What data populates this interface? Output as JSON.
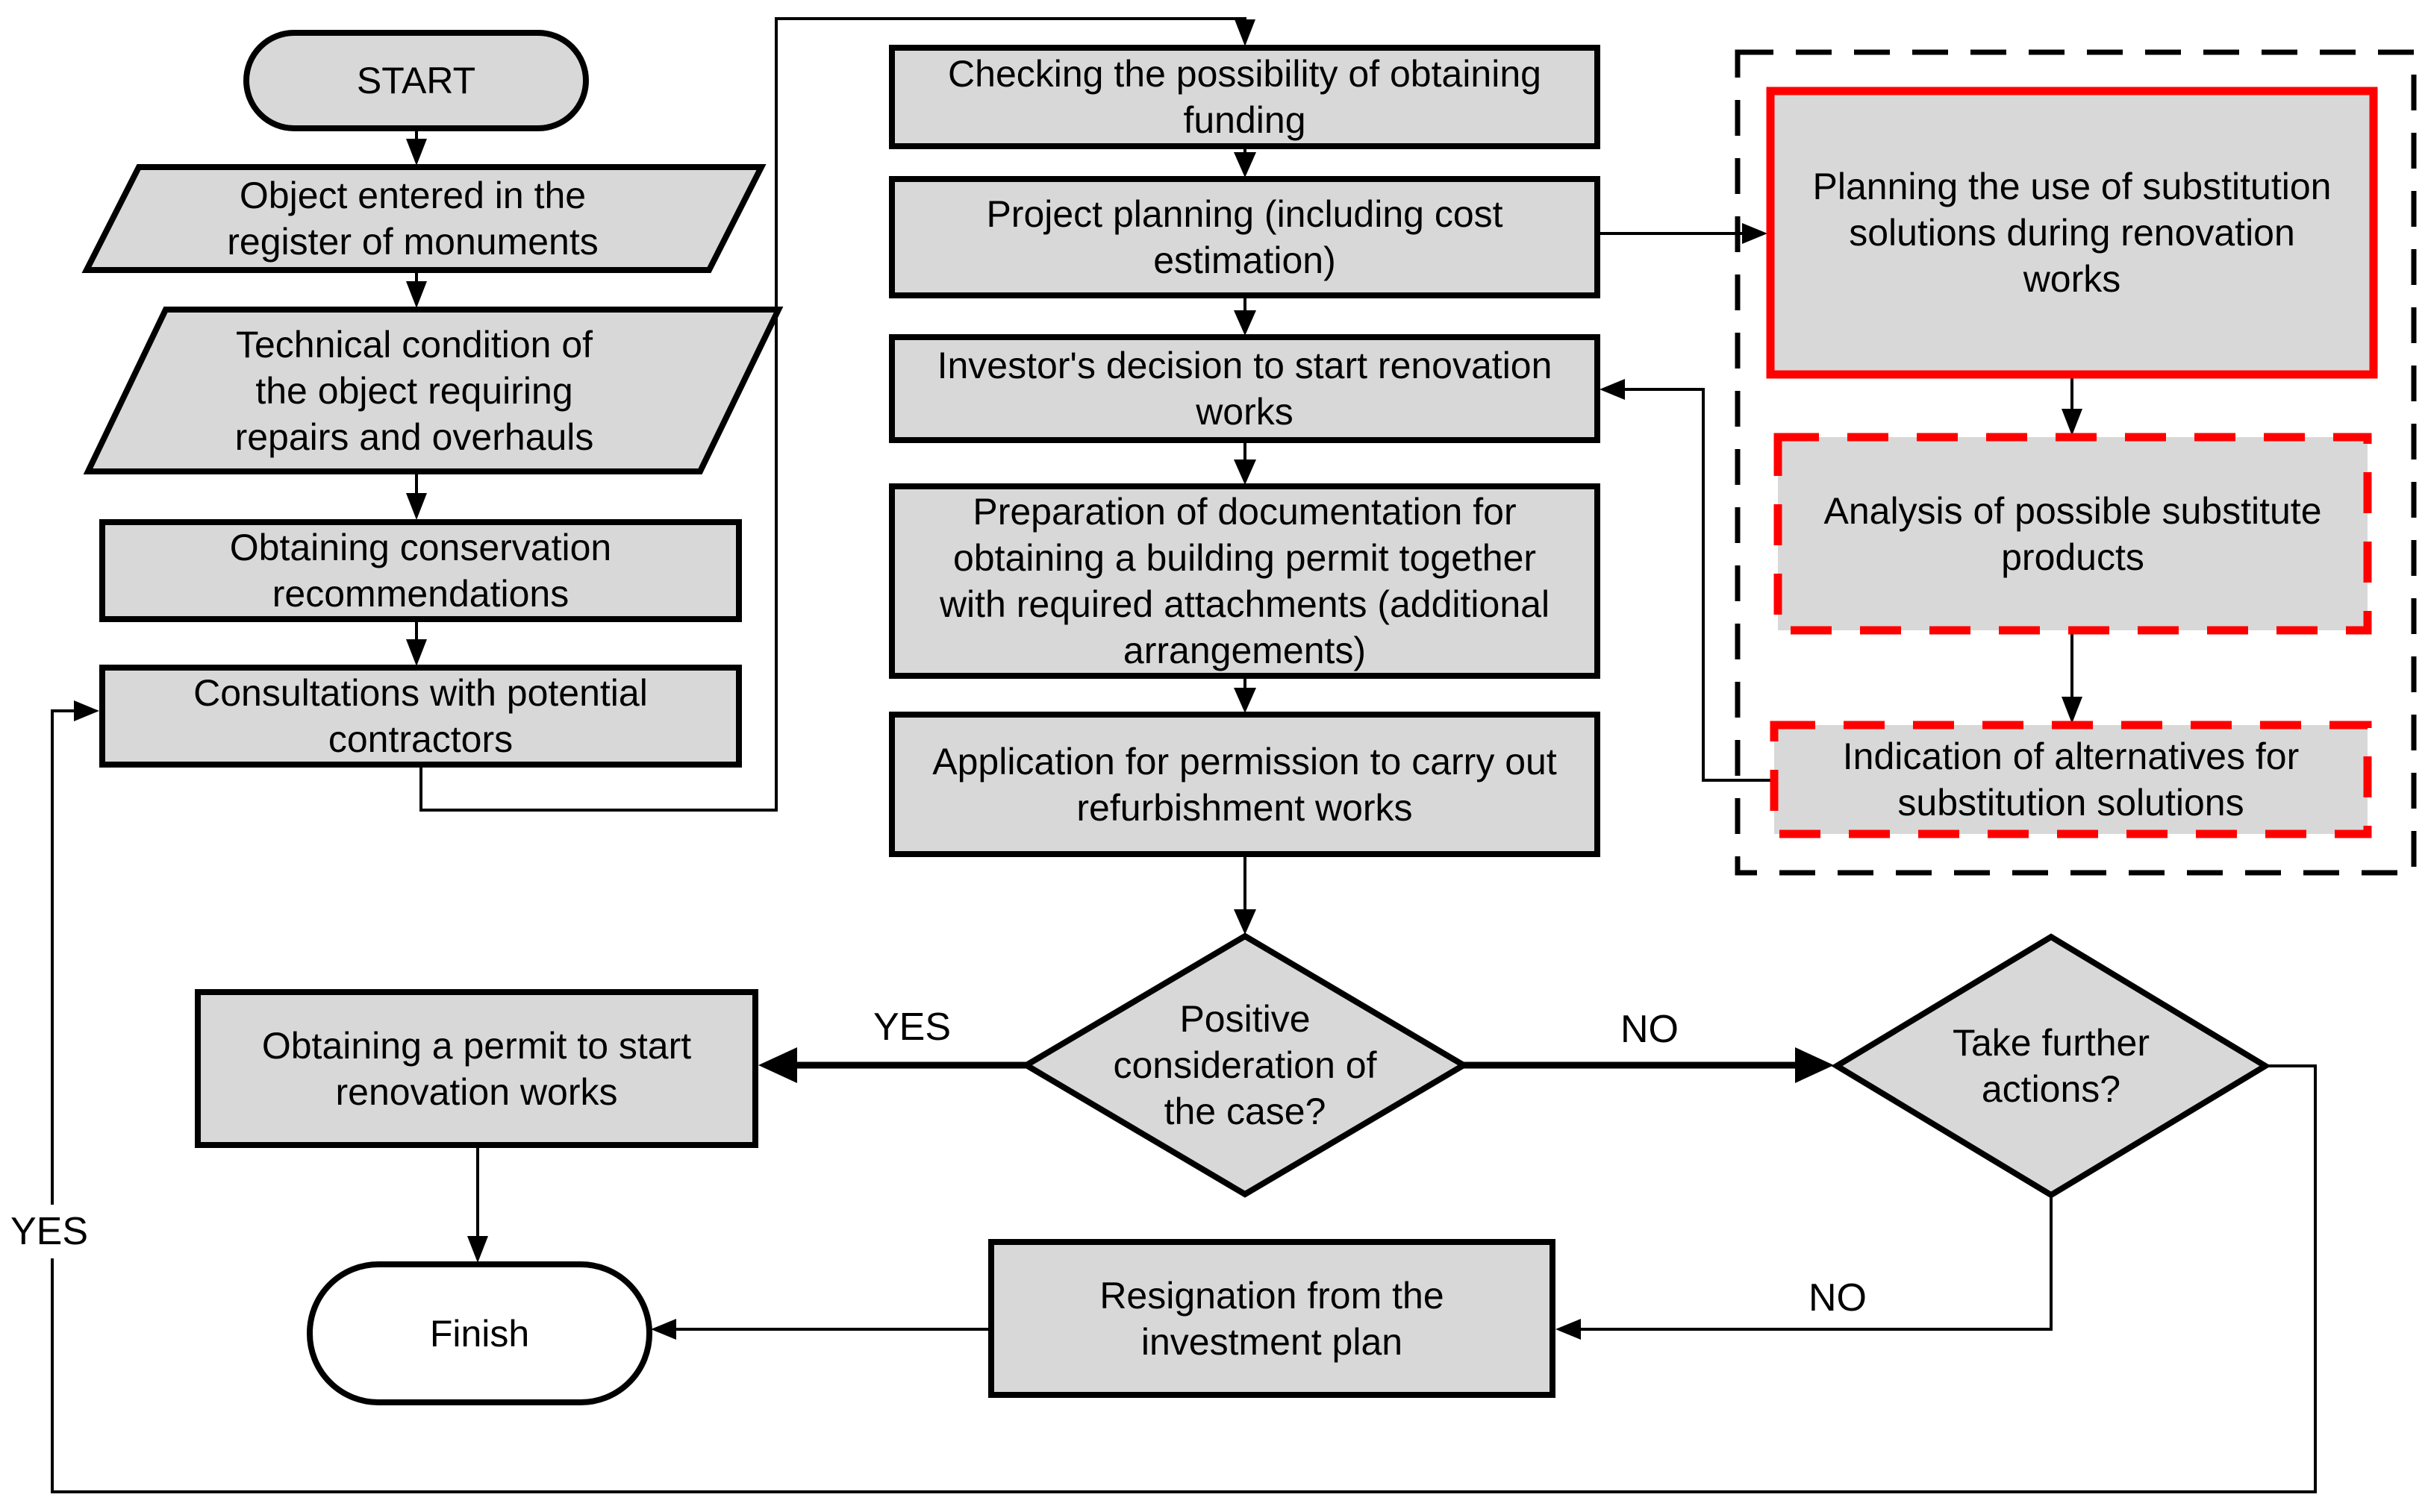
{
  "diagram": {
    "title": "Renovation works permitting flowchart",
    "colors": {
      "node_fill": "#d8d8d8",
      "border": "#000000",
      "highlight": "#ff0000",
      "finish_fill": "#ffffff",
      "background": "#ffffff"
    },
    "nodes": {
      "start": {
        "type": "terminator",
        "label": "START"
      },
      "object_entered": {
        "type": "data",
        "label": "Object entered in the\nregister of monuments"
      },
      "technical_condition": {
        "type": "data",
        "label": "Technical condition of\nthe object requiring\nrepairs and overhauls"
      },
      "obtaining_conservation": {
        "type": "process",
        "label": "Obtaining conservation\nrecommendations"
      },
      "consultations": {
        "type": "process",
        "label": "Consultations with potential\ncontractors"
      },
      "checking_funding": {
        "type": "process",
        "label": "Checking the possibility of obtaining\nfunding"
      },
      "project_planning": {
        "type": "process",
        "label": "Project planning (including cost\nestimation)"
      },
      "investor_decision": {
        "type": "process",
        "label": "Investor's decision to start renovation\nworks"
      },
      "preparation_docs": {
        "type": "process",
        "label": "Preparation of documentation for\nobtaining a building permit together\nwith required attachments (additional\narrangements)"
      },
      "application_permission": {
        "type": "process",
        "label": "Application for permission to carry out\nrefurbishment works"
      },
      "positive_consideration": {
        "type": "decision",
        "label": "Positive\nconsideration of\nthe case?"
      },
      "planning_substitution": {
        "type": "process-highlighted",
        "label": "Planning the use of substitution\nsolutions during renovation\nworks"
      },
      "analysis_substitute": {
        "type": "process-highlighted-dashed",
        "label": "Analysis of possible substitute\nproducts"
      },
      "indication_alternatives": {
        "type": "process-highlighted-dashed",
        "label": "Indication of alternatives for\nsubstitution solutions"
      },
      "obtaining_permit": {
        "type": "process",
        "label": "Obtaining a permit to start\nrenovation works"
      },
      "finish": {
        "type": "terminator",
        "label": "Finish"
      },
      "take_further_actions": {
        "type": "decision",
        "label": "Take further\nactions?"
      },
      "resignation": {
        "type": "process",
        "label": "Resignation from the\ninvestment plan"
      }
    },
    "edge_labels": {
      "yes_to_permit": "YES",
      "no_to_take_actions": "NO",
      "no_to_resignation": "NO",
      "yes_loop_back": "YES"
    }
  }
}
